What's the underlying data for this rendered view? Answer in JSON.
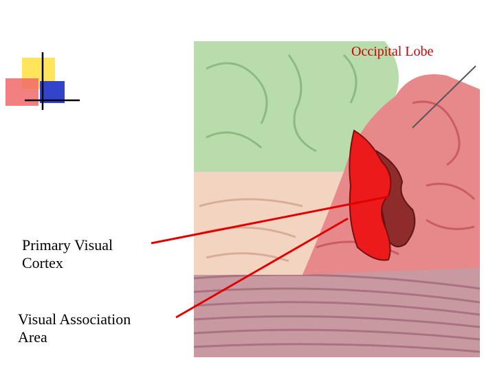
{
  "labels": {
    "occipital_lobe": "Occipital Lobe",
    "primary_visual_cortex": [
      "Primary Visual",
      "Cortex"
    ],
    "visual_association_area": [
      "Visual Association",
      "Area"
    ]
  },
  "colors": {
    "occipital_label": "#cc0000",
    "pointer_arrows": "#e00000",
    "parietal_region": "#b9dcad",
    "occipital_region": "#e7888a",
    "temporal_region": "#f2d2be",
    "cerebellum": "#c89aa2",
    "primary_cortex_highlight": "#ec1a1a",
    "association_highlight": "#8e2b2b"
  },
  "icons": {
    "slide_decoration": "overlapping-squares-icon"
  }
}
